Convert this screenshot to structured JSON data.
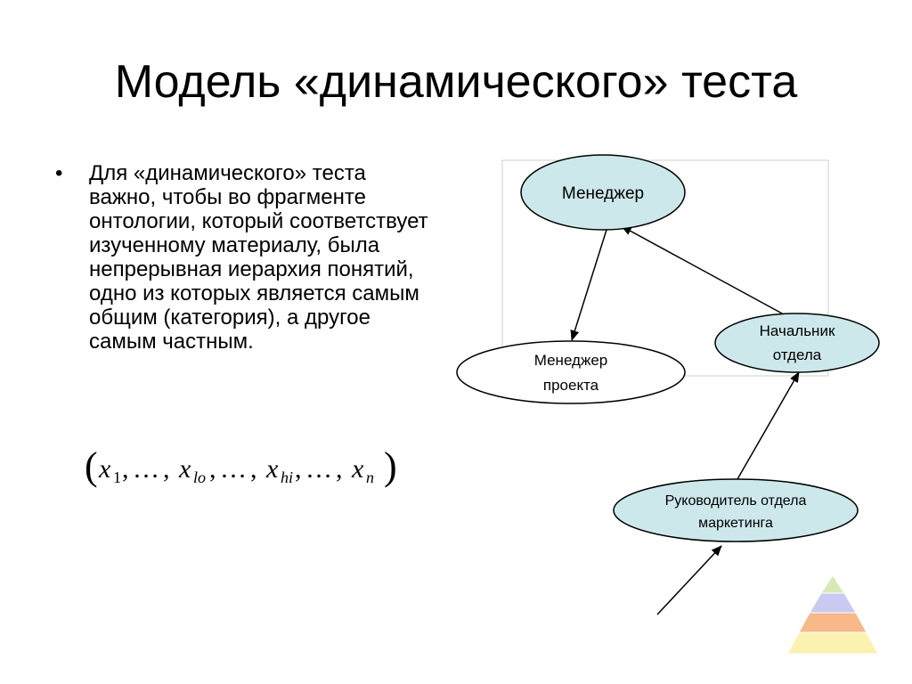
{
  "title": "Модель «динамического» теста",
  "bullet": {
    "marker": "•",
    "text": "Для «динамического» теста важно, чтобы во фрагменте онтологии, который соответствует изученному материалу, была непрерывная иерархия понятий, одно из которых является самым общим (категория), а другое самым частным."
  },
  "formula": {
    "open": "(",
    "close": ")",
    "terms": [
      {
        "base": "x",
        "sub": "1"
      },
      {
        "base": "x",
        "sub": "lo"
      },
      {
        "base": "x",
        "sub": "hi"
      },
      {
        "base": "x",
        "sub": "n"
      }
    ],
    "ellipsis": "…",
    "comma": ","
  },
  "diagram": {
    "nodes": [
      {
        "id": "manager",
        "lines": [
          "Менеджер"
        ],
        "fill": "#cde8ea"
      },
      {
        "id": "head",
        "lines": [
          "Начальник",
          "отдела"
        ],
        "fill": "#cde8ea"
      },
      {
        "id": "project_manager",
        "lines": [
          "Менеджер",
          "проекта"
        ],
        "fill": "#ffffff"
      },
      {
        "id": "marketing_head",
        "lines": [
          "Руководитель отдела",
          "маркетинга"
        ],
        "fill": "#cde8ea"
      }
    ]
  },
  "pyramid_colors": [
    "#d9e8b8",
    "#c9c9f2",
    "#f7b88a",
    "#fbf2b2"
  ]
}
